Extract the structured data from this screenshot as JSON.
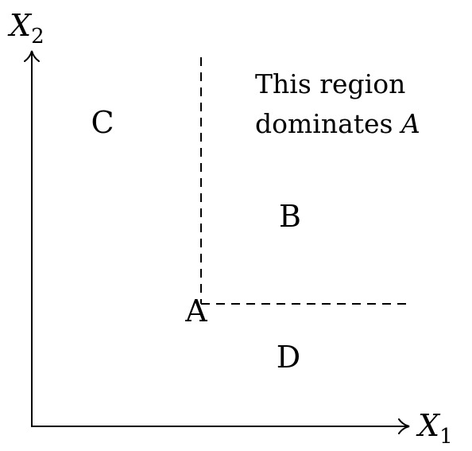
{
  "diagram": {
    "axes": {
      "x": {
        "symbol": "X",
        "subscript": "1"
      },
      "y": {
        "symbol": "X",
        "subscript": "2"
      }
    },
    "regions": {
      "a": "A",
      "b": "B",
      "c": "C",
      "d": "D"
    },
    "annotation": {
      "line1": "This region",
      "line2_text": "dominates ",
      "line2_symbol": "A"
    }
  }
}
